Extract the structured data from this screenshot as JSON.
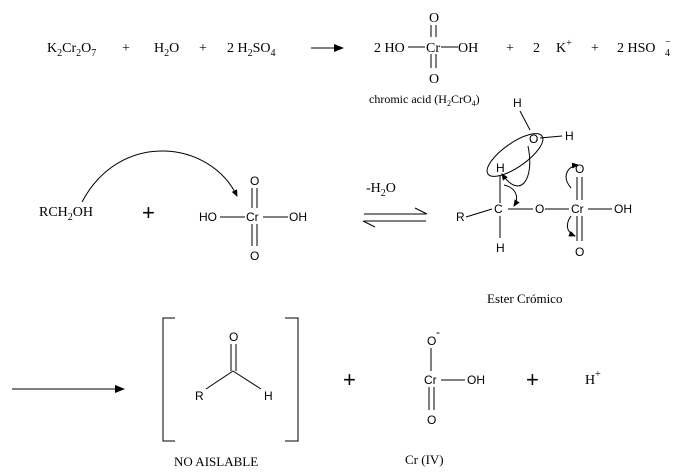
{
  "reaction1": {
    "reactants": {
      "k": "K",
      "k_sub": "2",
      "cr": "Cr",
      "cr_sub": "2",
      "o": "O",
      "o_sub": "7",
      "plus1": "+",
      "water_h": "H",
      "water_sub": "2",
      "water_o": "O",
      "plus2": "+",
      "acid_coef": "2 H",
      "acid_sub1": "2",
      "acid_so": "SO",
      "acid_sub2": "4"
    },
    "products": {
      "coef_ho": "2 HO",
      "cr": "Cr",
      "oh": "OH",
      "o_top": "O",
      "o_bottom": "O",
      "plus1": "+",
      "k_coef": "2",
      "k": "K",
      "k_sup": "+",
      "plus2": "+",
      "hso_coef": "2 HSO",
      "hso_sub": "4",
      "hso_sup": "−"
    },
    "caption": {
      "prefix": "chromic acid (H",
      "sub1": "2",
      "mid": "CrO",
      "sub2": "4",
      "suffix": ")"
    }
  },
  "reaction2": {
    "alcohol": "RCH",
    "alcohol_sub": "2",
    "alcohol_oh": "OH",
    "plus": "+",
    "acid_ho": "HO",
    "acid_cr": "Cr",
    "acid_oh": "OH",
    "acid_o_top": "O",
    "acid_o_bottom": "O",
    "condition_prefix": "-H",
    "condition_sub": "2",
    "condition_o": "O",
    "ester": {
      "water_h_top": "H",
      "water_o": "O",
      "water_h_right": "H",
      "h_alpha": "H",
      "r": "R",
      "c": "C",
      "h_bottom": "H",
      "o_link": "O",
      "cr": "Cr",
      "oh": "OH",
      "o_top": "O",
      "o_bottom": "O"
    },
    "ester_label": "Ester Crómico"
  },
  "reaction3": {
    "aldehyde_o": "O",
    "aldehyde_r": "R",
    "aldehyde_h": "H",
    "bracket_label": "NO AISLABLE",
    "plus1": "+",
    "cr4_o_minus": "O",
    "cr4_minus": "-",
    "cr4_cr": "Cr",
    "cr4_oh": "OH",
    "cr4_o_bottom": "O",
    "cr4_label": "Cr (IV)",
    "plus2": "+",
    "proton": "H",
    "proton_sup": "+"
  }
}
